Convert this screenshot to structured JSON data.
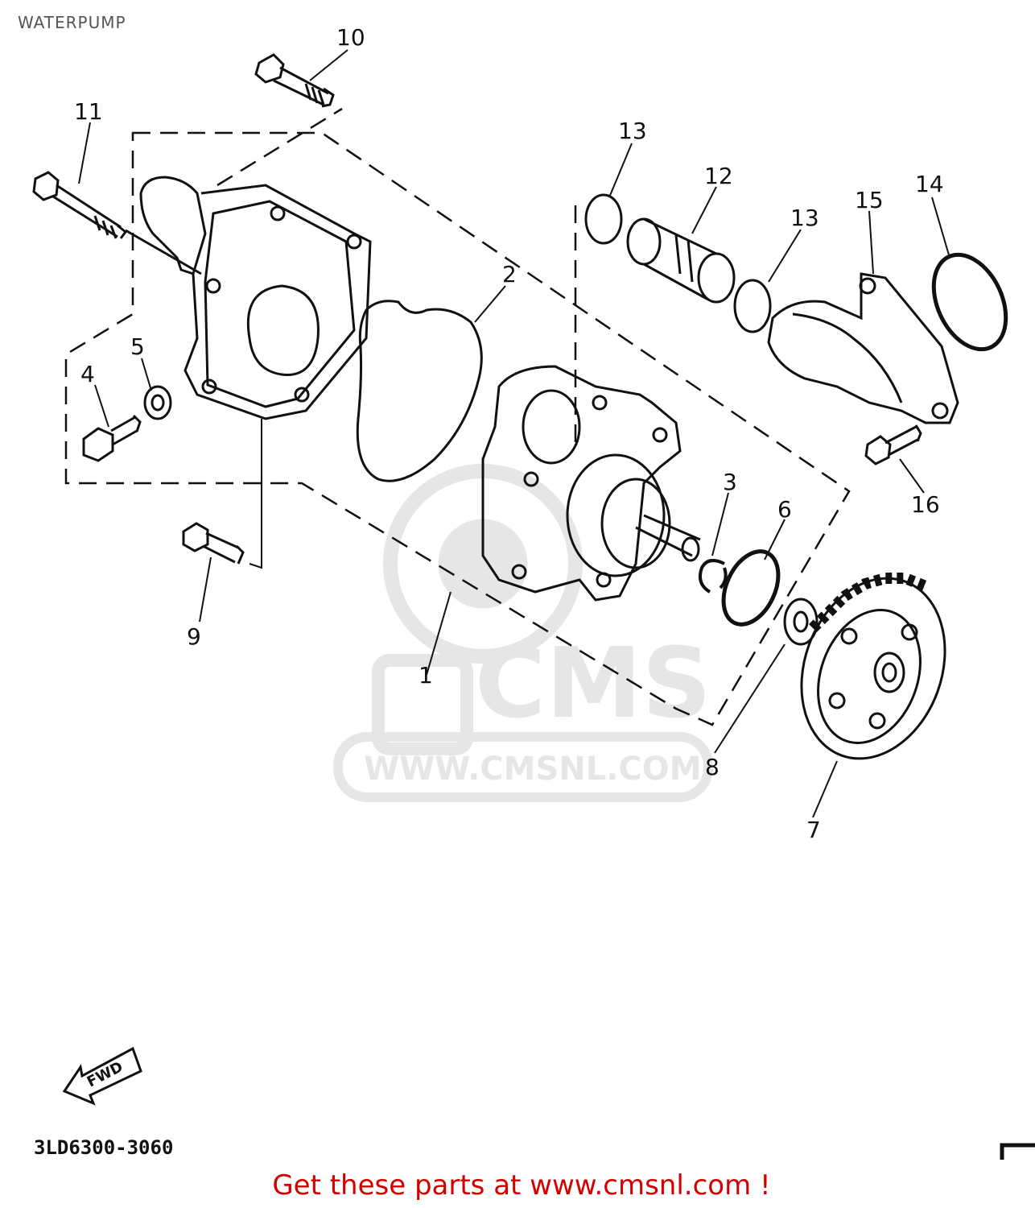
{
  "page": {
    "title": "WATERPUMP"
  },
  "diagram": {
    "part_numbers": [
      "1",
      "2",
      "3",
      "4",
      "5",
      "6",
      "7",
      "8",
      "9",
      "10",
      "11",
      "12",
      "13",
      "13",
      "14",
      "15",
      "16"
    ],
    "drawing_code": "3LD6300-3060",
    "fwd_label": "FWD",
    "watermark": {
      "logo_text": "CMS",
      "url_text": "WWW.CMSNL.COM"
    }
  },
  "footer": {
    "cta_text": "Get these parts at www.cmsnl.com !",
    "cta_color": "#d40000"
  }
}
